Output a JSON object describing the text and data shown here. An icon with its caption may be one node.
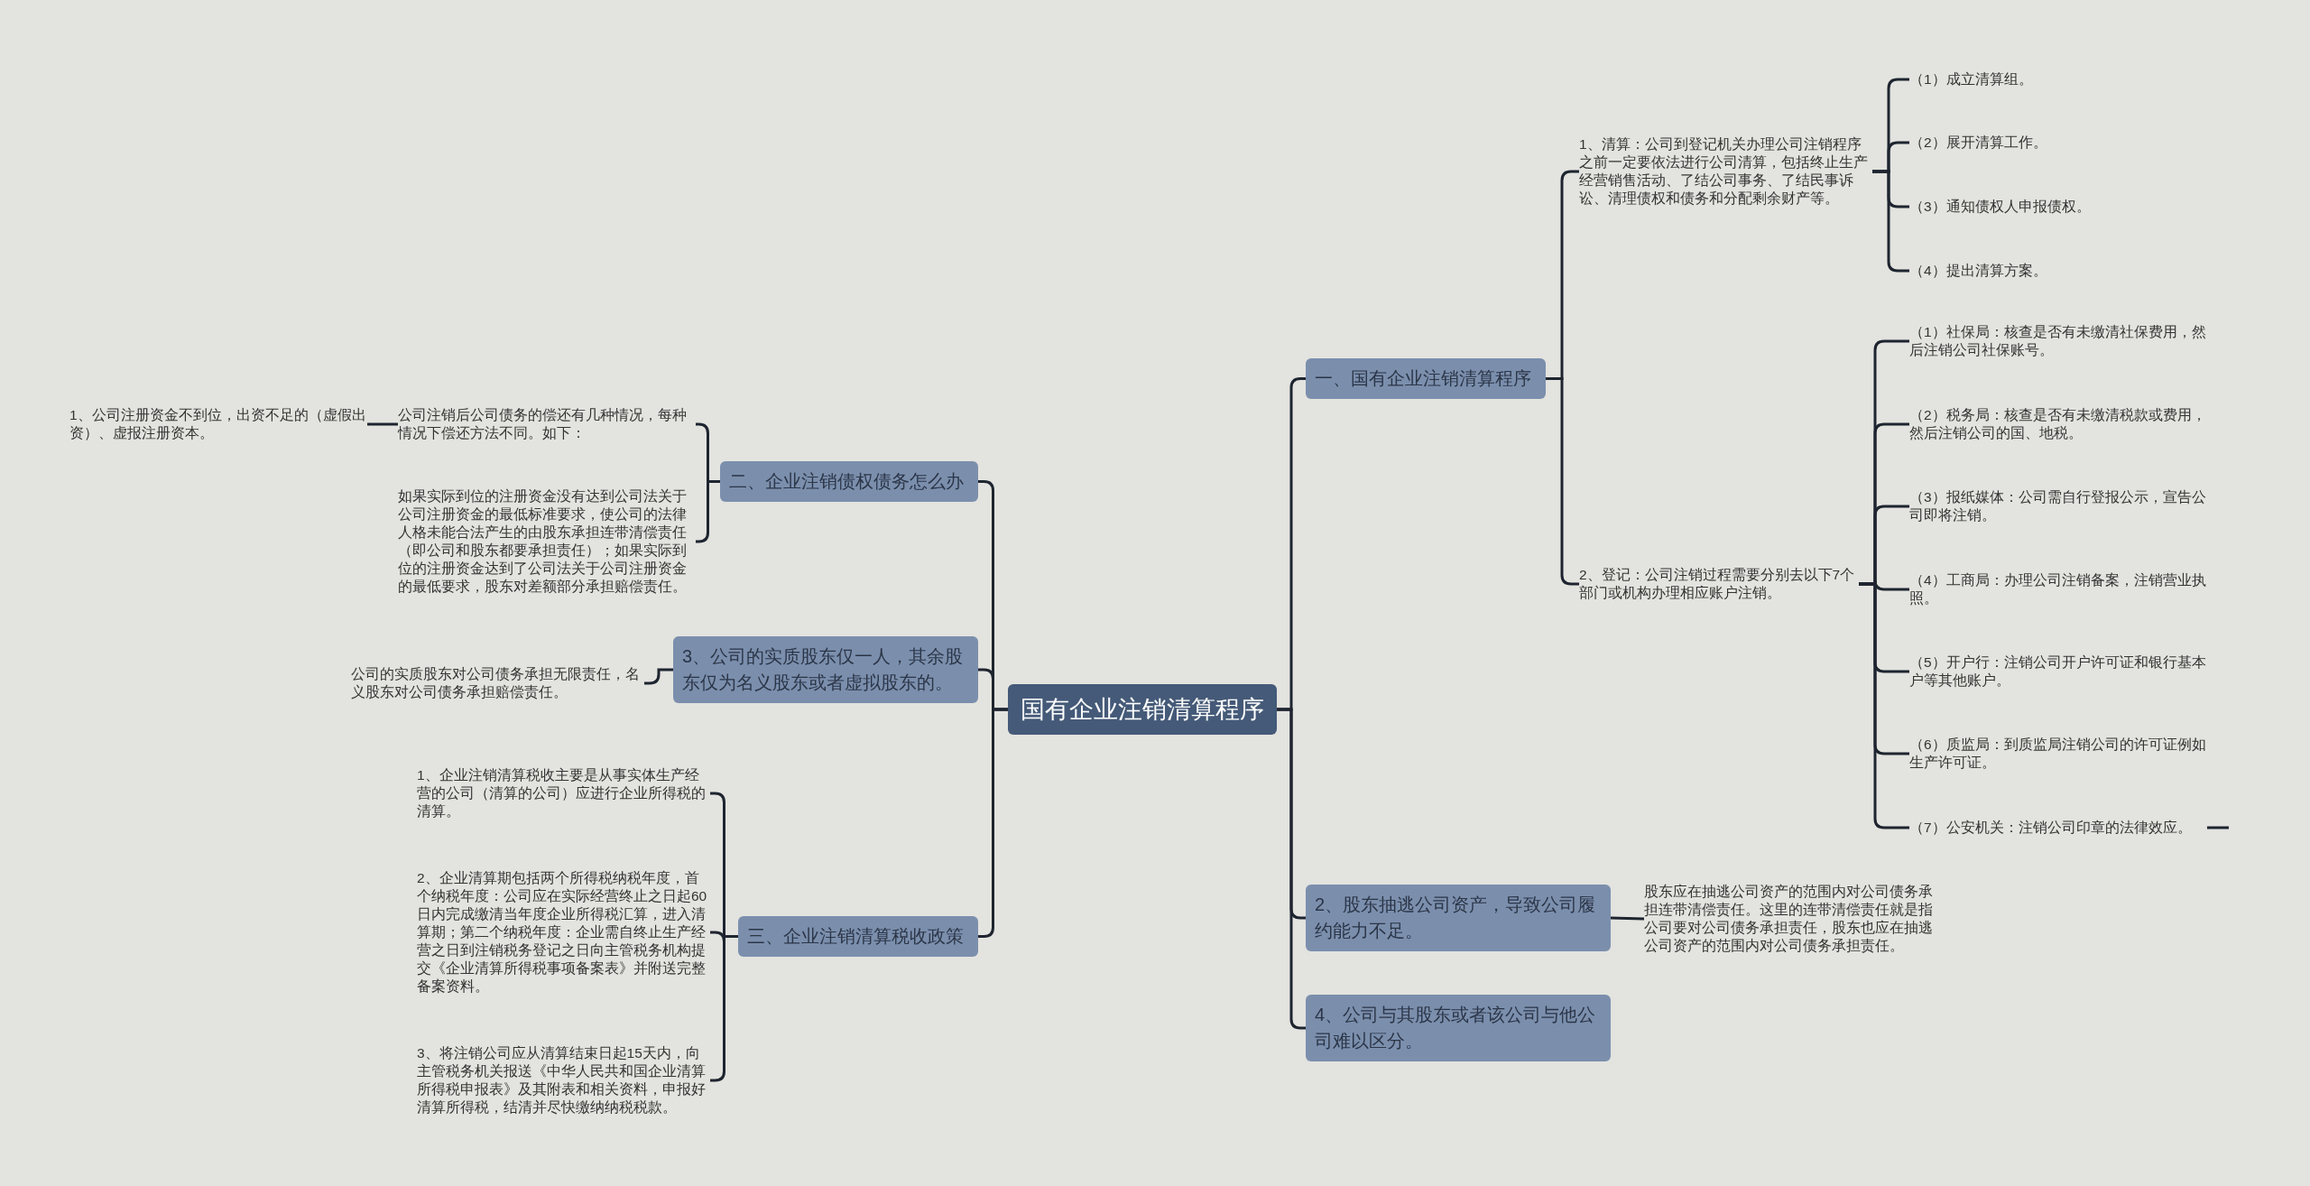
{
  "diagram": {
    "nodes": [
      {
        "text": [
          "国有企业注销清算程序"
        ]
      },
      {
        "text": [
          "一、国有企业注销清算程序"
        ]
      },
      {
        "text": [
          "1、清算：公司到登记机关办理公司注销程序之前一定要依法进行公司清算，包括终止生产经营销售活动、了结公司事务、了结民事诉讼、清理债权和债务和分配剩余财产等。"
        ]
      },
      {
        "text": [
          "（1）成立清算组。"
        ]
      },
      {
        "text": [
          "（2）展开清算工作。"
        ]
      },
      {
        "text": [
          "（3）通知债权人申报债权。"
        ]
      },
      {
        "text": [
          "（4）提出清算方案。"
        ]
      },
      {
        "text": [
          "2、登记：公司注销过程需要分别去以下7个部门或机构办理相应账户注销。"
        ]
      },
      {
        "text": [
          "（1）社保局：核查是否有未缴清社保费用，然后注销公司社保账号。"
        ]
      },
      {
        "text": [
          "（2）税务局：核查是否有未缴清税款或费用，然后注销公司的国、地税。"
        ]
      },
      {
        "text": [
          "（3）报纸媒体：公司需自行登报公示，宣告公司即将注销。"
        ]
      },
      {
        "text": [
          "（4）工商局：办理公司注销备案，注销营业执照。"
        ]
      },
      {
        "text": [
          "（5）开户行：注销公司开户许可证和银行基本户等其他账户。"
        ]
      },
      {
        "text": [
          "（6）质监局：到质监局注销公司的许可证例如生产许可证。"
        ]
      },
      {
        "text": [
          "（7）公安机关：注销公司印章的法律效应。"
        ]
      },
      {
        "text": [
          "2、股东抽逃公司资产，导致公司履约能力不足。"
        ]
      },
      {
        "text": [
          "股东应在抽逃公司资产的范围内对公司债务承担连带清偿责任。这里的连带清偿责任就是指公司要对公司债务承担责任，股东也应在抽逃公司资产的范围内对公司债务承担责任。"
        ]
      },
      {
        "text": [
          "4、公司与其股东或者该公司与他公司难以区分。"
        ]
      },
      {
        "text": [
          "二、企业注销债权债务怎么办"
        ]
      },
      {
        "text": [
          "公司注销后公司债务的偿还有几种情况，每种情况下偿还方法不同。如下："
        ]
      },
      {
        "text": [
          "1、公司注册资金不到位，出资不足的（虚假出资）、虚报注册资本。"
        ]
      },
      {
        "text": [
          "如果实际到位的注册资金没有达到公司法关于公司注册资金的最低标准要求，使公司的法律人格未能合法产生的由股东承担连带清偿责任（即公司和股东都要承担责任）；如果实际到位的注册资金达到了公司法关于公司注册资金的最低要求，股东对差额部分承担赔偿责任。"
        ]
      },
      {
        "text": [
          "3、公司的实质股东仅一人，其余股东仅为名义股东或者虚拟股东的。"
        ]
      },
      {
        "text": [
          "公司的实质股东对公司债务承担无限责任，名义股东对公司债务承担赔偿责任。"
        ]
      },
      {
        "text": [
          "三、企业注销清算税收政策"
        ]
      },
      {
        "text": [
          "1、企业注销清算税收主要是从事实体生产经营的公司（清算的公司）应进行企业所得税的清算。"
        ]
      },
      {
        "text": [
          "2、企业清算期包括两个所得税纳税年度，首个纳税年度：公司应在实际经营终止之日起60日内完成缴清当年度企业所得税汇算，进入清算期；第二个纳税年度：企业需自终止生产经营之日到注销税务登记之日向主管税务机构提交《企业清算所得税事项备案表》并附送完整备案资料。"
        ]
      },
      {
        "text": [
          "3、将注销公司应从清算结束日起15天内，向主管税务机关报送《中华人民共和国企业清算所得税申报表》及其附表和相关资料，申报好清算所得税，结清并尽快缴纳纳税税款。"
        ]
      }
    ],
    "edges": [
      {
        "from": 0,
        "to": 1,
        "arrow": "none"
      },
      {
        "from": 0,
        "to": 15,
        "arrow": "none"
      },
      {
        "from": 0,
        "to": 17,
        "arrow": "none"
      },
      {
        "from": 0,
        "to": 18,
        "arrow": "none"
      },
      {
        "from": 0,
        "to": 22,
        "arrow": "none"
      },
      {
        "from": 0,
        "to": 24,
        "arrow": "none"
      },
      {
        "from": 1,
        "to": 2,
        "arrow": "none"
      },
      {
        "from": 1,
        "to": 7,
        "arrow": "none"
      },
      {
        "from": 2,
        "to": 3,
        "arrow": "none"
      },
      {
        "from": 2,
        "to": 4,
        "arrow": "none"
      },
      {
        "from": 2,
        "to": 5,
        "arrow": "none"
      },
      {
        "from": 2,
        "to": 6,
        "arrow": "none"
      },
      {
        "from": 7,
        "to": 8,
        "arrow": "none"
      },
      {
        "from": 7,
        "to": 9,
        "arrow": "none"
      },
      {
        "from": 7,
        "to": 10,
        "arrow": "none"
      },
      {
        "from": 7,
        "to": 11,
        "arrow": "none"
      },
      {
        "from": 7,
        "to": 12,
        "arrow": "none"
      },
      {
        "from": 7,
        "to": 13,
        "arrow": "none"
      },
      {
        "from": 7,
        "to": 14,
        "arrow": "none"
      },
      {
        "from": 14,
        "to": null,
        "arrow": "none"
      },
      {
        "from": 15,
        "to": 16,
        "arrow": "none"
      },
      {
        "from": 18,
        "to": 19,
        "arrow": "none"
      },
      {
        "from": 18,
        "to": 21,
        "arrow": "none"
      },
      {
        "from": 19,
        "to": 20,
        "arrow": "none"
      },
      {
        "from": 22,
        "to": 23,
        "arrow": "none"
      },
      {
        "from": 24,
        "to": 25,
        "arrow": "none"
      },
      {
        "from": 24,
        "to": 26,
        "arrow": "none"
      },
      {
        "from": 24,
        "to": 27,
        "arrow": "none"
      }
    ]
  }
}
